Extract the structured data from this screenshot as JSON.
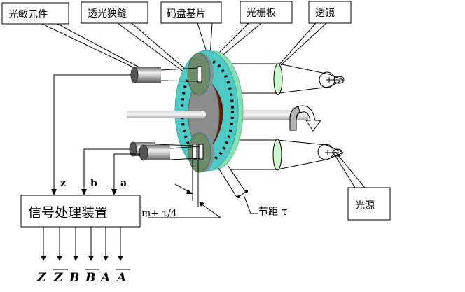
{
  "title": "光电编码器结构示意图",
  "callouts": {
    "photo_element": "光敏元件",
    "slit": "透光狭缝",
    "code_disc": "码盘基片",
    "grating": "光栅板",
    "lens": "透镜",
    "light_source": "光源"
  },
  "processor": {
    "label": "信号处理装置"
  },
  "inputs": [
    {
      "label": "z"
    },
    {
      "label": "b"
    },
    {
      "label": "a"
    }
  ],
  "outputs": [
    {
      "label": "Z",
      "overline": false
    },
    {
      "label": "Z",
      "overline": true
    },
    {
      "label": "B",
      "overline": false
    },
    {
      "label": "B",
      "overline": true
    },
    {
      "label": "A",
      "overline": false
    },
    {
      "label": "A",
      "overline": true
    }
  ],
  "annotations": {
    "offset": "m+ τ/4",
    "pitch": "节距 τ"
  },
  "colors": {
    "disc_face": "#4ec9c4",
    "disc_rim": "#86e0b4",
    "hub": "#8c8c8c",
    "hub_shadow": "#5a1e08",
    "grating_plate": "#6d8a6b",
    "lens_fill": "#ccf7cc",
    "slot": "#000000"
  }
}
